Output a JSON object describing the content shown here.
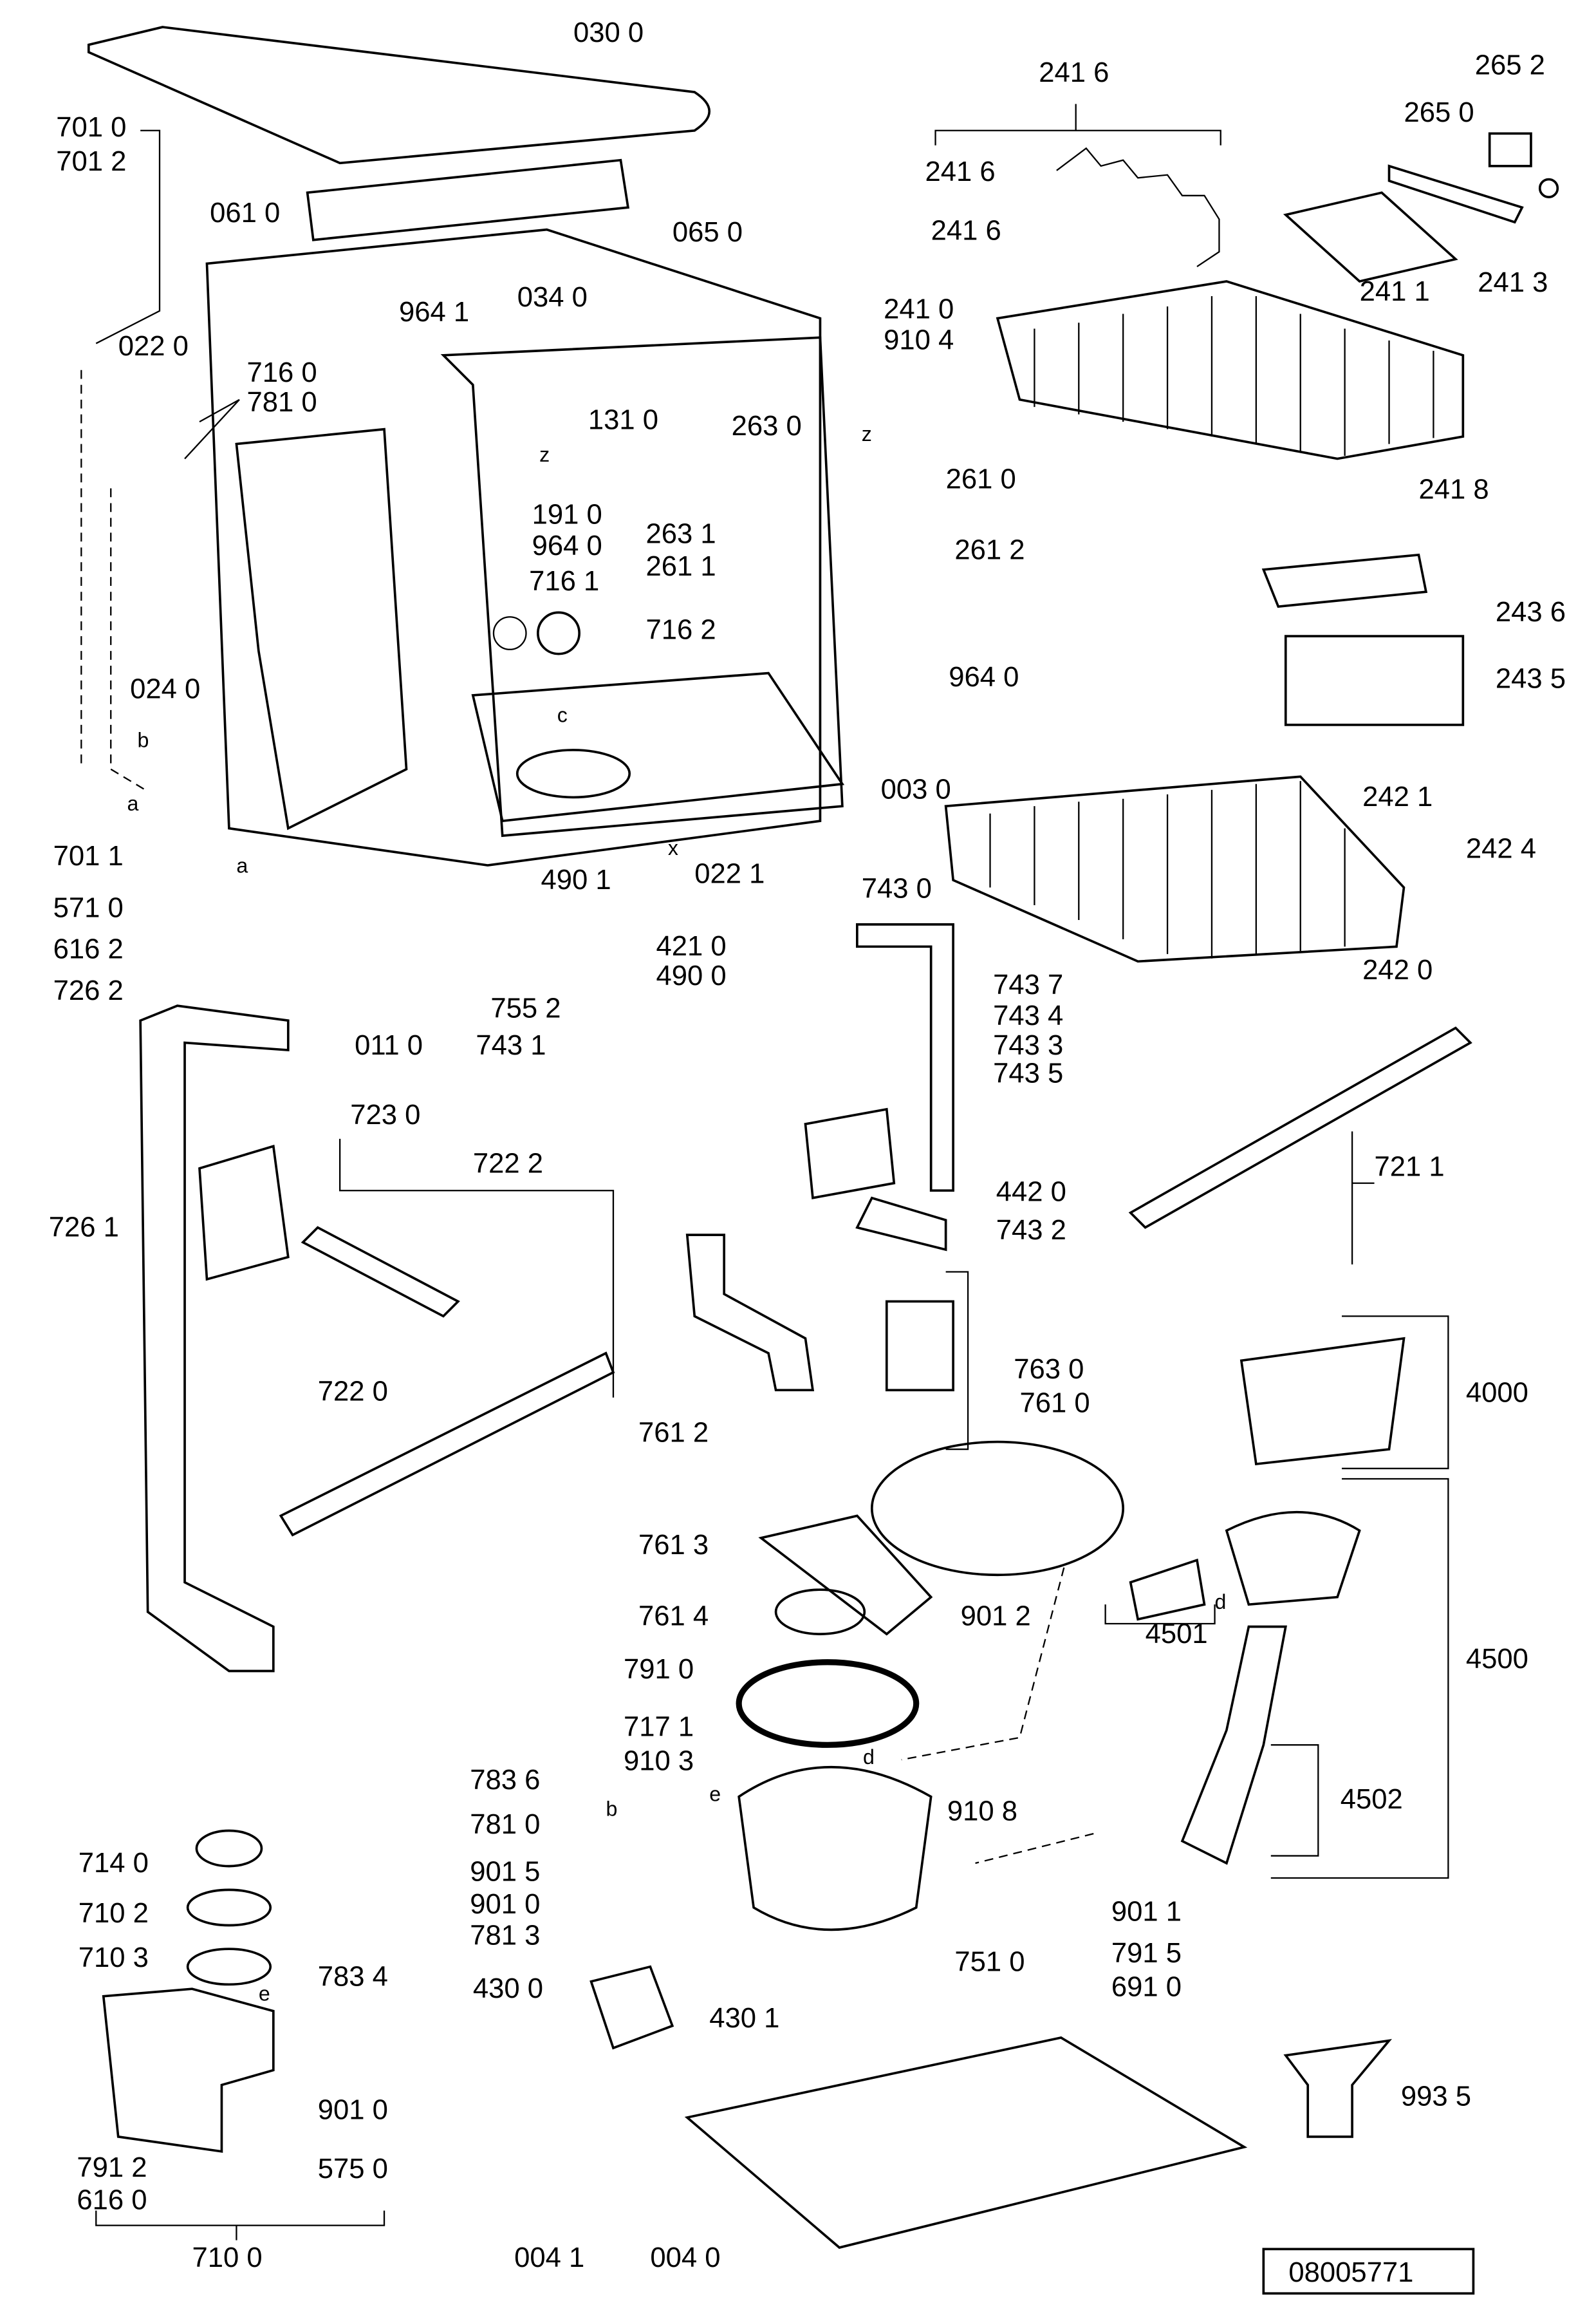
{
  "diagram_title_ref": "08005771",
  "part_labels": [
    "030 0",
    "701 0",
    "701 2",
    "061 0",
    "065 0",
    "034 0",
    "964 1",
    "022 0",
    "910 4",
    "241 0",
    "241 6",
    "241 6",
    "241 6",
    "265 2",
    "265 0",
    "241 1",
    "241 3",
    "716 0",
    "781 0",
    "131 0",
    "263 0",
    "261 0",
    "241 8",
    "191 0",
    "964 0",
    "263 1",
    "261 1",
    "261 2",
    "716 1",
    "716 2",
    "243 6",
    "243 5",
    "964 0",
    "024 0",
    "003 0",
    "242 1",
    "701 1",
    "242 4",
    "571 0",
    "743 0",
    "490 1",
    "616 2",
    "421 0",
    "022 1",
    "242 0",
    "743 7",
    "490 0",
    "726 2",
    "743 4",
    "743 3",
    "755 2",
    "743 5",
    "011 0",
    "743 1",
    "723 0",
    "722 2",
    "721 1",
    "442 0",
    "726 1",
    "743 2",
    "763 0",
    "722 0",
    "4000",
    "761 0",
    "761 2",
    "761 3",
    "901 2",
    "4501",
    "761 4",
    "4500",
    "791 0",
    "717 1",
    "910 3",
    "783 6",
    "910 8",
    "4502",
    "781 0",
    "714 0",
    "901 5",
    "901 1",
    "710 2",
    "901 0",
    "781 3",
    "710 3",
    "791 5",
    "783 4",
    "751 0",
    "430 0",
    "691 0",
    "430 1",
    "993 5",
    "901 0",
    "791 2",
    "575 0",
    "616 0",
    "710 0",
    "004 1",
    "004 0"
  ],
  "reference_letters": [
    "z",
    "z",
    "c",
    "b",
    "a",
    "a",
    "x",
    "d",
    "b",
    "e",
    "e",
    "d"
  ]
}
